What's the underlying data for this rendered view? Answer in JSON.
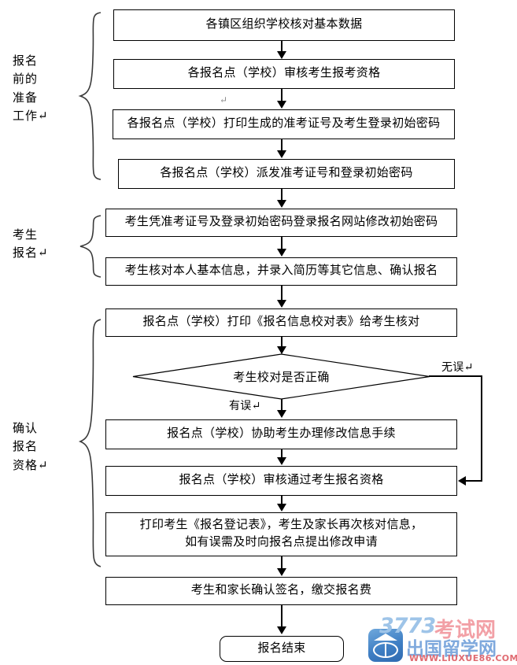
{
  "document": {
    "title": "报名流程图",
    "language": "zh-CN",
    "background_color": "#ffffff",
    "line_color": "#000000"
  },
  "groups": [
    {
      "key": "prep",
      "label": "报名\n前的\n准备\n工作↵"
    },
    {
      "key": "signup",
      "label": "考生\n报名↵"
    },
    {
      "key": "confirm",
      "label": "确认\n报名\n资格↵"
    }
  ],
  "nodes": [
    {
      "id": "n1",
      "shape": "process",
      "text": "各镇区组织学校核对基本数据"
    },
    {
      "id": "n2",
      "shape": "process",
      "text": "各报名点（学校）审核考生报考资格"
    },
    {
      "id": "n3",
      "shape": "process",
      "text": "各报名点（学校）打印生成的准考证号及考生登录初始密码"
    },
    {
      "id": "n4",
      "shape": "process",
      "text": "各报名点（学校）派发准考证号和登录初始密码"
    },
    {
      "id": "n5",
      "shape": "process",
      "text": "考生凭准考证号及登录初始密码登录报名网站修改初始密码"
    },
    {
      "id": "n6",
      "shape": "process",
      "text": "考生核对本人基本信息，并录入简历等其它信息、确认报名"
    },
    {
      "id": "n7",
      "shape": "process",
      "text": "报名点（学校）打印《报名信息校对表》给考生核对"
    },
    {
      "id": "n8",
      "shape": "decision",
      "text": "考生校对是否正确"
    },
    {
      "id": "n9",
      "shape": "process",
      "text": "报名点（学校）协助考生办理修改信息手续"
    },
    {
      "id": "n10",
      "shape": "process",
      "text": "报名点（学校）审核通过考生报名资格"
    },
    {
      "id": "n11",
      "shape": "process",
      "text": "打印考生《报名登记表》，考生及家长再次核对信息，\n如有误需及时向报名点提出修改申请"
    },
    {
      "id": "n12",
      "shape": "process",
      "text": "考生和家长确认签名，缴交报名费"
    },
    {
      "id": "n13",
      "shape": "terminator",
      "text": "报名结束"
    }
  ],
  "edge_labels": {
    "no_error": "无误↵",
    "has_error": "有误↵"
  },
  "stray_marks": {
    "pilcrow": "↵"
  },
  "watermark": {
    "brand_number": "3773",
    "brand_cn": "考试网",
    "sub_cn": "出国留学网",
    "url": "WWW.LIUXUE86.COM"
  }
}
